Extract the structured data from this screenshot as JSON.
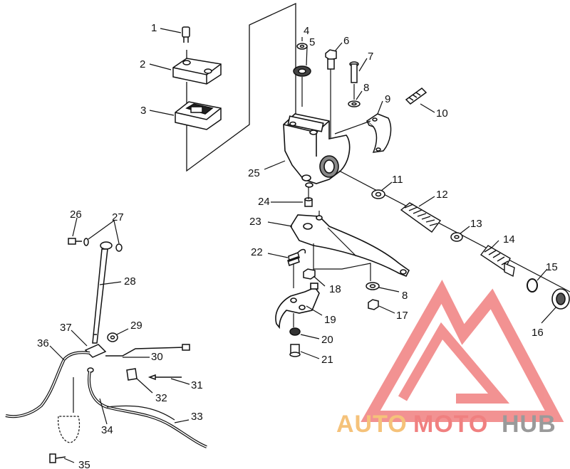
{
  "colors": {
    "line": "#111111",
    "part_fill": "#ffffff",
    "watermark_red": "#f08080",
    "watermark_orange": "#f5c27a",
    "watermark_grey": "#9a9a9a"
  },
  "callouts": [
    "1",
    "2",
    "3",
    "4",
    "5",
    "6",
    "7",
    "8",
    "9",
    "10",
    "11",
    "12",
    "13",
    "14",
    "15",
    "16",
    "17",
    "18",
    "19",
    "20",
    "21",
    "22",
    "23",
    "24",
    "25",
    "26",
    "27",
    "28",
    "29",
    "30",
    "31",
    "32",
    "33",
    "34",
    "35",
    "36",
    "37",
    "8"
  ],
  "watermark": {
    "part1": "AUTO",
    "part2": "MOTO",
    "part3": "HUB"
  }
}
